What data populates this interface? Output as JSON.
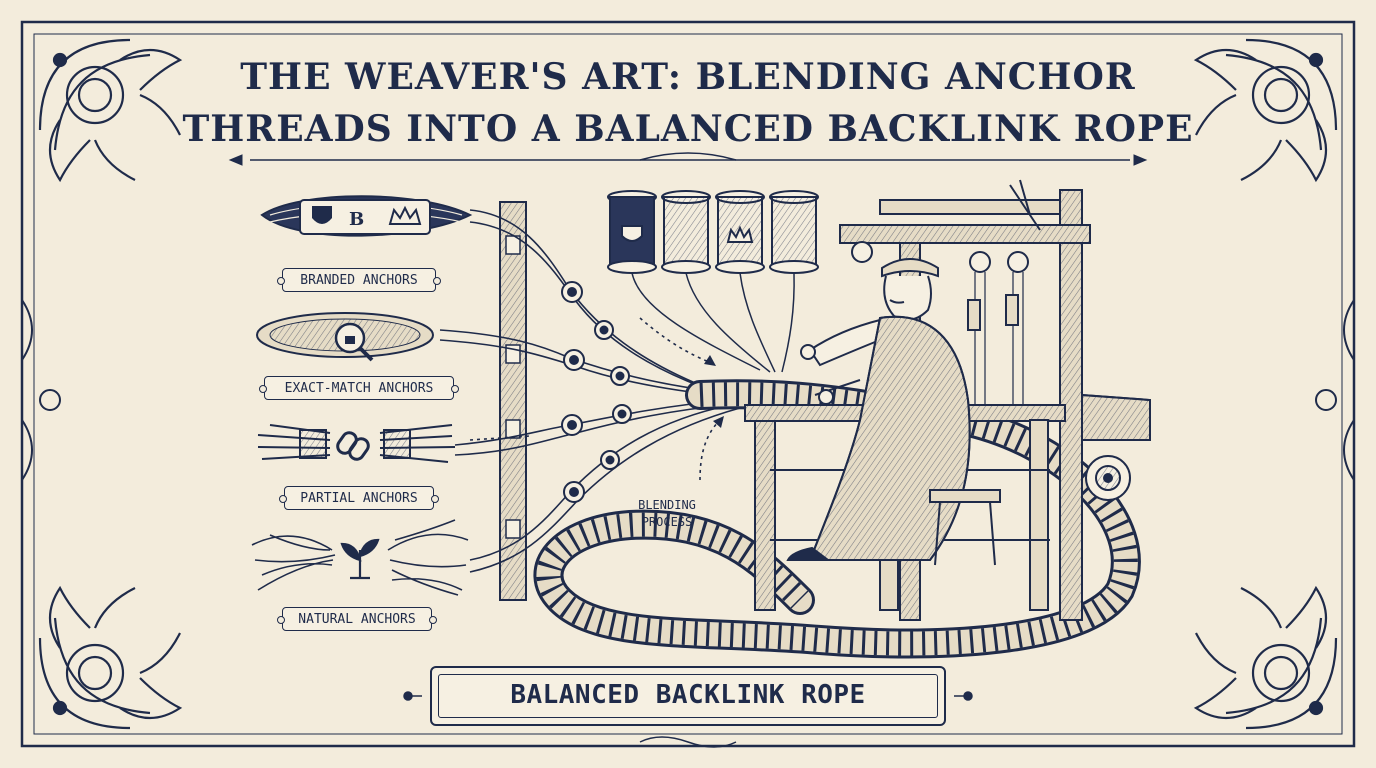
{
  "title": {
    "line1": "THE WEAVER'S ART: BLENDING ANCHOR",
    "line2": "THREADS INTO A BALANCED BACKLINK ROPE"
  },
  "categories": [
    {
      "label": "BRANDED ANCHORS",
      "icon": "shield-crown-badge-icon"
    },
    {
      "label": "EXACT-MATCH ANCHORS",
      "icon": "magnifier-lock-icon"
    },
    {
      "label": "PARTIAL ANCHORS",
      "icon": "chain-link-icon"
    },
    {
      "label": "NATURAL ANCHORS",
      "icon": "sprout-icon"
    }
  ],
  "spools": [
    {
      "icon": "shield-icon"
    },
    {
      "icon": "plain-spool-icon"
    },
    {
      "icon": "crown-icon"
    },
    {
      "icon": "plain-spool-icon"
    }
  ],
  "process_label": "BLENDING\nPROCESS",
  "result_label": "BALANCED BACKLINK ROPE",
  "colors": {
    "ink": "#1f2b4a",
    "paper": "#f3ecdc",
    "accent_fill": "#d9cfb8"
  }
}
